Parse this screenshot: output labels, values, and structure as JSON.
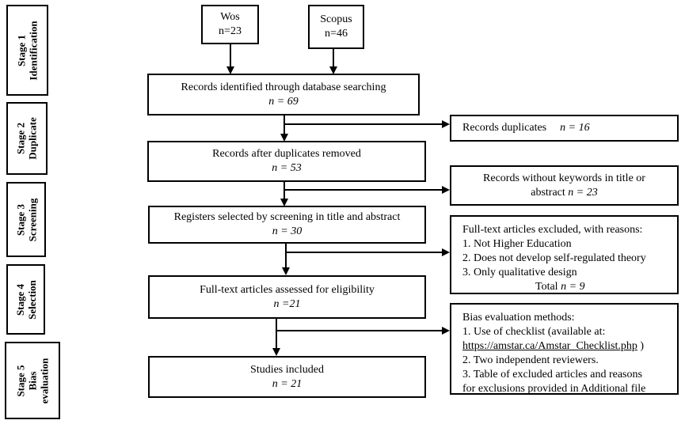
{
  "stages": [
    {
      "line1": "Stage 1",
      "line2": "Identification",
      "line3": ""
    },
    {
      "line1": "Stage 2",
      "line2": "Duplicate",
      "line3": ""
    },
    {
      "line1": "Stage 3",
      "line2": "Screening",
      "line3": ""
    },
    {
      "line1": "Stage 4",
      "line2": "Selection",
      "line3": ""
    },
    {
      "line1": "Stage 5",
      "line2": "Bias",
      "line3": "evaluation"
    }
  ],
  "sources": {
    "wos": {
      "name": "Wos",
      "count": "n=23"
    },
    "scopus": {
      "name": "Scopus",
      "count": "n=46"
    }
  },
  "main": {
    "identified": {
      "text": "Records identified through database searching",
      "n": "n = 69"
    },
    "after_dup": {
      "text": "Records after duplicates removed",
      "n": "n = 53"
    },
    "screened": {
      "text": "Registers selected by screening in title and abstract",
      "n": "n = 30"
    },
    "eligibility": {
      "text": "Full-text articles assessed for eligibility",
      "n": "n =21"
    },
    "included": {
      "text": "Studies included",
      "n": "n = 21"
    }
  },
  "side": {
    "duplicates": {
      "text": "Records duplicates",
      "n": "n = 16"
    },
    "no_keywords": {
      "line1": "Records without keywords in title or",
      "line2": "abstract",
      "n": "n = 23"
    },
    "excluded": {
      "title": "Full-text articles excluded, with reasons:",
      "items": [
        "1. Not Higher Education",
        "2. Does not develop self-regulated theory",
        "3. Only qualitative design"
      ],
      "total_label": "Total",
      "total_n": "n = 9"
    },
    "bias": {
      "title": "Bias evaluation methods:",
      "item1": "1. Use of checklist (available at:",
      "link": "https://amstar.ca/Amstar_Checklist.php",
      "link_close": ")",
      "item2": "2. Two independent reviewers.",
      "item3a": "3. Table of excluded articles and reasons",
      "item3b": "for exclusions provided in Additional file"
    }
  }
}
